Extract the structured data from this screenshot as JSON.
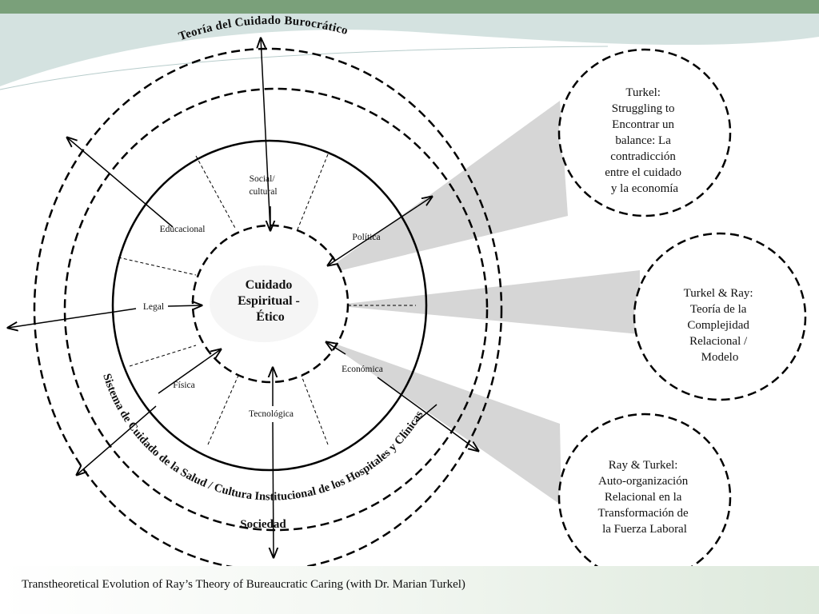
{
  "colors": {
    "top_bar": "#7aa07a",
    "wave": "#c5d8d6",
    "wedge": "#d6d6d6",
    "stroke": "#000000"
  },
  "titles": {
    "outer": "Teoría del Cuidado Burocrático",
    "inner_arc": "Sistema de Cuidado de la Salud / Cultura Institucional de los Hospitales y Clínicas",
    "society": "Sociedad"
  },
  "center": {
    "lines": [
      "Cuidado",
      "Espiritual -",
      "Ético"
    ]
  },
  "sectors": {
    "social": [
      "Social/",
      "cultural"
    ],
    "educacional": "Educacional",
    "politica": "Política",
    "legal": "Legal",
    "economica": "Económica",
    "fisica": "Física",
    "tecnologica": "Tecnológica"
  },
  "circles": [
    {
      "name": "turkel-circle",
      "lines": [
        "Turkel:",
        "Struggling to",
        "Encontrar un",
        "balance: La",
        "contradicción",
        "entre el cuidado",
        "y la economía"
      ]
    },
    {
      "name": "turkel-ray-circle",
      "lines": [
        "Turkel & Ray:",
        "Teoría de la",
        "Complejidad",
        "Relacional /",
        "Modelo"
      ]
    },
    {
      "name": "ray-turkel-circle",
      "lines": [
        "Ray & Turkel:",
        "Auto-organización",
        "Relacional en la",
        "Transformación de",
        "la Fuerza Laboral"
      ]
    }
  ],
  "caption": "Transtheoretical Evolution of Ray’s Theory of Bureaucratic Caring (with Dr. Marian Turkel)"
}
